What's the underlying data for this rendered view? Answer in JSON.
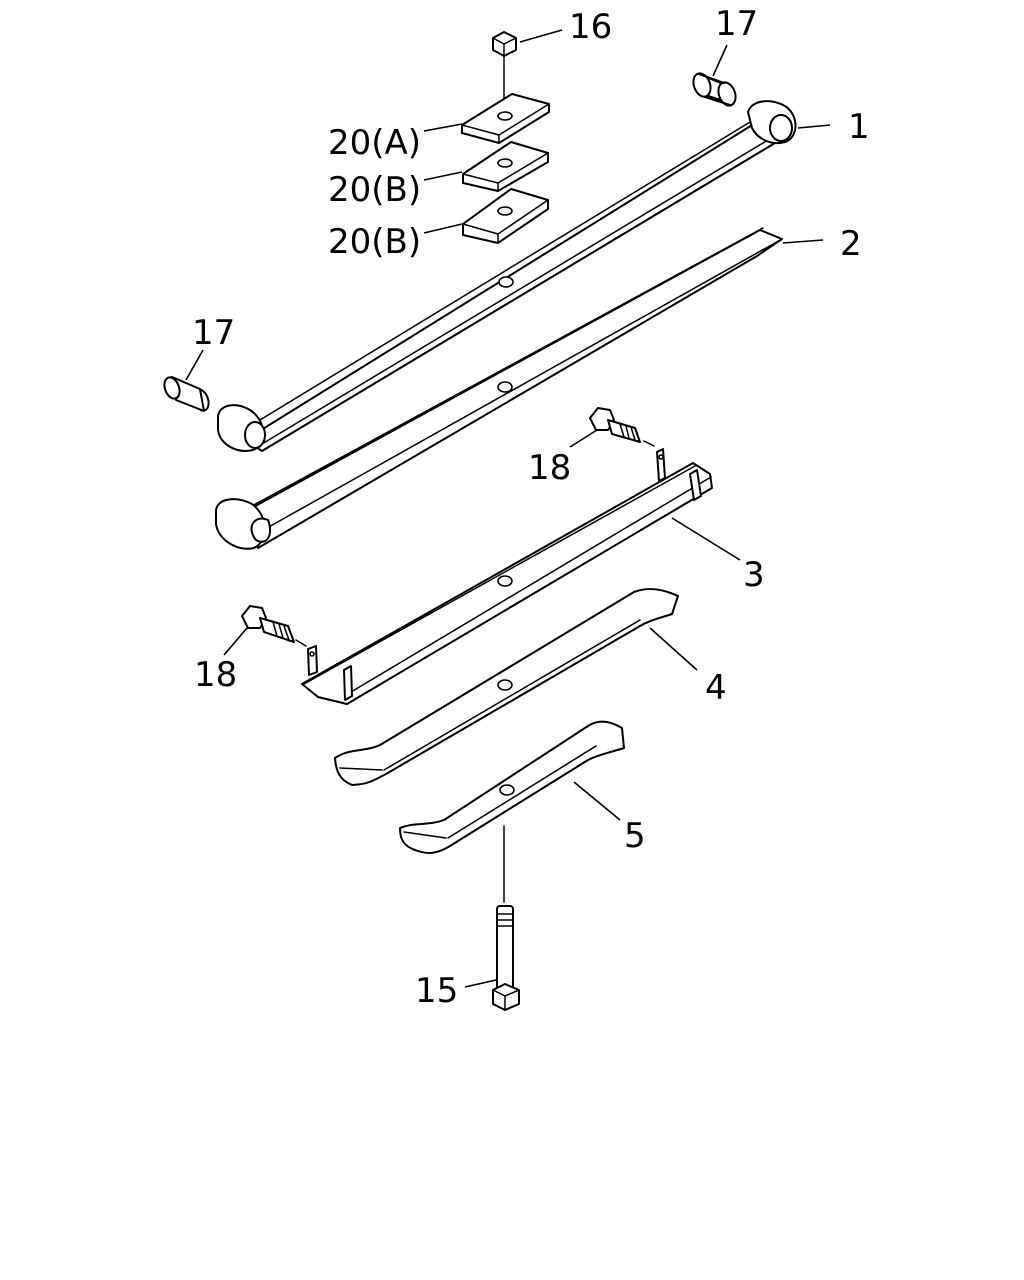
{
  "callouts": {
    "c1": "1",
    "c2": "2",
    "c3": "3",
    "c4": "4",
    "c5": "5",
    "c15": "15",
    "c16": "16",
    "c17_top": "17",
    "c17_left": "17",
    "c18_right": "18",
    "c18_left": "18",
    "c20a": "20(A)",
    "c20b_1": "20(B)",
    "c20b_2": "20(B)"
  },
  "colors": {
    "line": "#000000",
    "background": "#ffffff"
  }
}
